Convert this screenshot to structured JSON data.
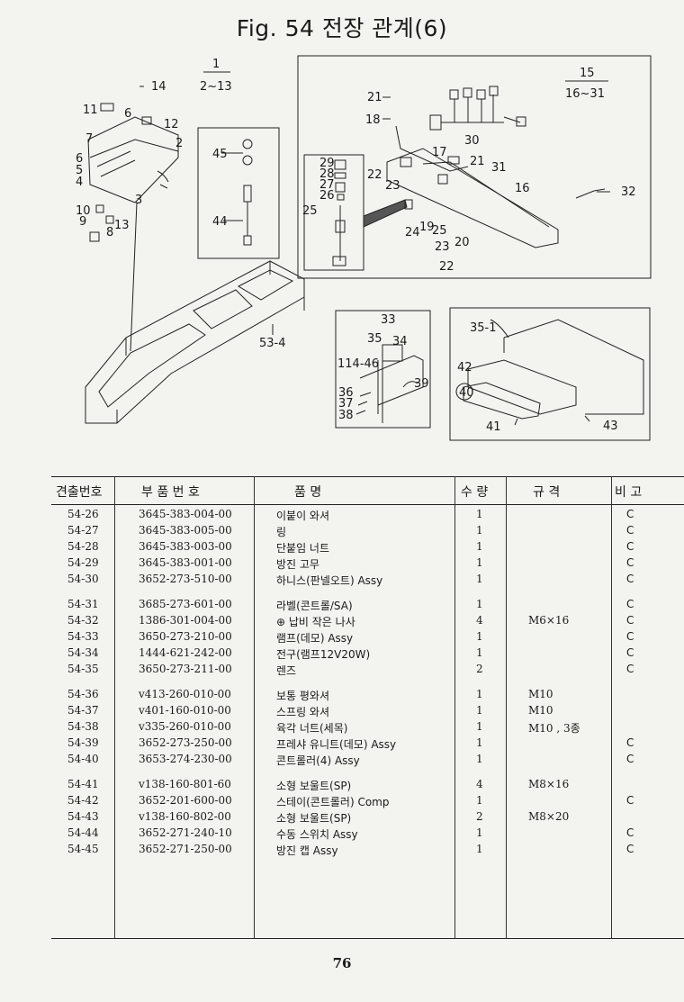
{
  "title": "Fig. 54  전장 관계(6)",
  "callouts": {
    "g1": "1",
    "g1r": "2~13",
    "c14": "14",
    "c11": "11",
    "c6": "6",
    "c12": "12",
    "c7": "7",
    "c2": "2",
    "c6b": "6",
    "c5": "5",
    "c4": "4",
    "c3": "3",
    "c10": "10",
    "c9": "9",
    "c8": "8",
    "c13": "13",
    "c45": "45",
    "c44": "44",
    "c53": "53-4",
    "g15": "15",
    "g15r": "16~31",
    "c21": "21",
    "c18": "18",
    "c30": "30",
    "c17": "17",
    "c21b": "21",
    "c31": "31",
    "c22": "22",
    "c23": "23",
    "c16": "16",
    "c32": "32",
    "c29": "29",
    "c28": "28",
    "c27": "27",
    "c26": "26",
    "c25": "25",
    "c24": "24",
    "c19": "19",
    "c25b": "25",
    "c20": "20",
    "c23b": "23",
    "c22b": "22",
    "c33": "33",
    "c35": "35",
    "c34": "34",
    "c114": "114-46",
    "c39": "39",
    "c36": "36",
    "c37": "37",
    "c38": "38",
    "c351": "35-1",
    "c42": "42",
    "c40": "40",
    "c41": "41",
    "c43": "43"
  },
  "table": {
    "headers": [
      "견출번호",
      "부 품 번 호",
      "품          명",
      "수 량",
      "규   격",
      "비   고"
    ],
    "rows": [
      {
        "no": "54-26",
        "part": "3645-383-004-00",
        "name": "이붙이 와셔",
        "qty": "1",
        "spec": "",
        "rem": "C"
      },
      {
        "no": "54-27",
        "part": "3645-383-005-00",
        "name": "링",
        "qty": "1",
        "spec": "",
        "rem": "C"
      },
      {
        "no": "54-28",
        "part": "3645-383-003-00",
        "name": "단붙임 너트",
        "qty": "1",
        "spec": "",
        "rem": "C"
      },
      {
        "no": "54-29",
        "part": "3645-383-001-00",
        "name": "방진 고무",
        "qty": "1",
        "spec": "",
        "rem": "C"
      },
      {
        "no": "54-30",
        "part": "3652-273-510-00",
        "name": "하니스(판넬오트) Assy",
        "qty": "1",
        "spec": "",
        "rem": "C"
      },
      {
        "no": "54-31",
        "part": "3685-273-601-00",
        "name": "라벨(콘트롤/SA)",
        "qty": "1",
        "spec": "",
        "rem": "C"
      },
      {
        "no": "54-32",
        "part": "1386-301-004-00",
        "name": "⊕ 납비 작은 나사",
        "qty": "4",
        "spec": "M6×16",
        "rem": "C"
      },
      {
        "no": "54-33",
        "part": "3650-273-210-00",
        "name": "램프(데모) Assy",
        "qty": "1",
        "spec": "",
        "rem": "C"
      },
      {
        "no": "54-34",
        "part": "1444-621-242-00",
        "name": "전구(램프12V20W)",
        "qty": "1",
        "spec": "",
        "rem": "C"
      },
      {
        "no": "54-35",
        "part": "3650-273-211-00",
        "name": "렌즈",
        "qty": "2",
        "spec": "",
        "rem": "C"
      },
      {
        "no": "54-36",
        "part": "v413-260-010-00",
        "name": "보통 평와셔",
        "qty": "1",
        "spec": "M10",
        "rem": ""
      },
      {
        "no": "54-37",
        "part": "v401-160-010-00",
        "name": "스프링 와셔",
        "qty": "1",
        "spec": "M10",
        "rem": ""
      },
      {
        "no": "54-38",
        "part": "v335-260-010-00",
        "name": "육각 너트(세목)",
        "qty": "1",
        "spec": "M10 , 3종",
        "rem": ""
      },
      {
        "no": "54-39",
        "part": "3652-273-250-00",
        "name": "프레샤 유니트(데모) Assy",
        "qty": "1",
        "spec": "",
        "rem": "C"
      },
      {
        "no": "54-40",
        "part": "3653-274-230-00",
        "name": "콘트롤러(4) Assy",
        "qty": "1",
        "spec": "",
        "rem": "C"
      },
      {
        "no": "54-41",
        "part": "v138-160-801-60",
        "name": "소형 보울트(SP)",
        "qty": "4",
        "spec": "M8×16",
        "rem": ""
      },
      {
        "no": "54-42",
        "part": "3652-201-600-00",
        "name": "스테이(콘트롤러) Comp",
        "qty": "1",
        "spec": "",
        "rem": "C"
      },
      {
        "no": "54-43",
        "part": "v138-160-802-00",
        "name": "소형 보울트(SP)",
        "qty": "2",
        "spec": "M8×20",
        "rem": ""
      },
      {
        "no": "54-44",
        "part": "3652-271-240-10",
        "name": "수동 스위치 Assy",
        "qty": "1",
        "spec": "",
        "rem": "C"
      },
      {
        "no": "54-45",
        "part": "3652-271-250-00",
        "name": "방진 캡 Assy",
        "qty": "1",
        "spec": "",
        "rem": "C"
      }
    ]
  },
  "page_number": "76"
}
